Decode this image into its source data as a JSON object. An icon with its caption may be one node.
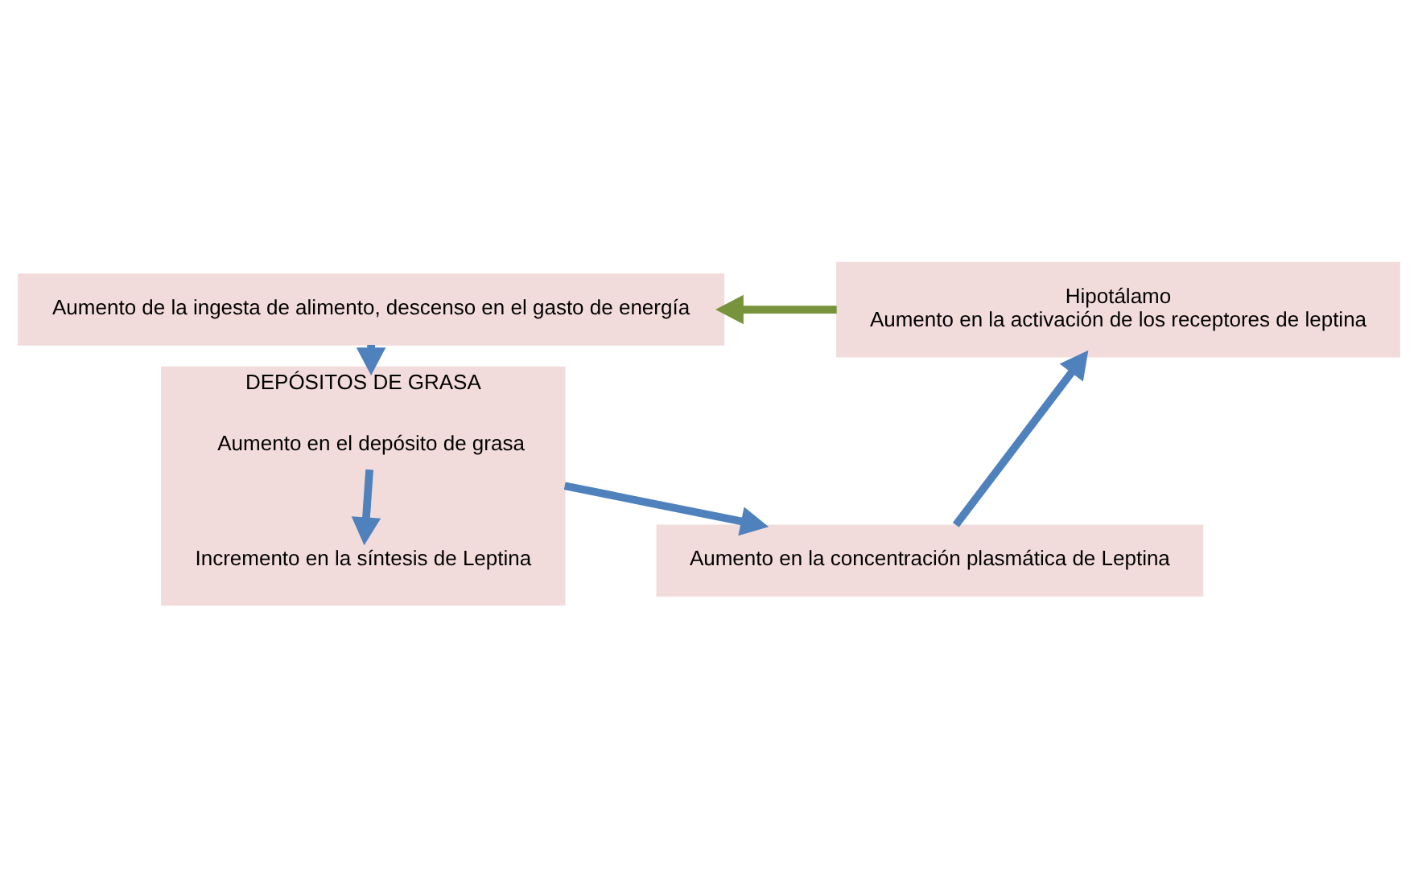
{
  "diagram": {
    "nodes": [
      {
        "text": [
          "Aumento de la ingesta de alimento, descenso en el gasto de energía"
        ]
      },
      {
        "text": [
          "Hipotálamo",
          "Aumento en la activación de los receptores de leptina"
        ]
      },
      {
        "text": [
          "DEPÓSITOS DE GRASA"
        ]
      },
      {
        "text": [
          "Aumento en el depósito de grasa"
        ],
        "in": 2
      },
      {
        "text": [
          "Incremento en la síntesis de Leptina"
        ],
        "in": 2
      },
      {
        "text": [
          "Aumento en la concentración plasmática de Leptina"
        ]
      }
    ],
    "edges": [
      {
        "from": 1,
        "to": 0,
        "arrow": "to",
        "color": "#77933c"
      },
      {
        "from": 0,
        "to": 2,
        "arrow": "to"
      },
      {
        "from": 3,
        "to": 4,
        "arrow": "to"
      },
      {
        "from": 2,
        "to": 5,
        "arrow": "to"
      },
      {
        "from": 5,
        "to": 1,
        "arrow": "to"
      }
    ]
  }
}
